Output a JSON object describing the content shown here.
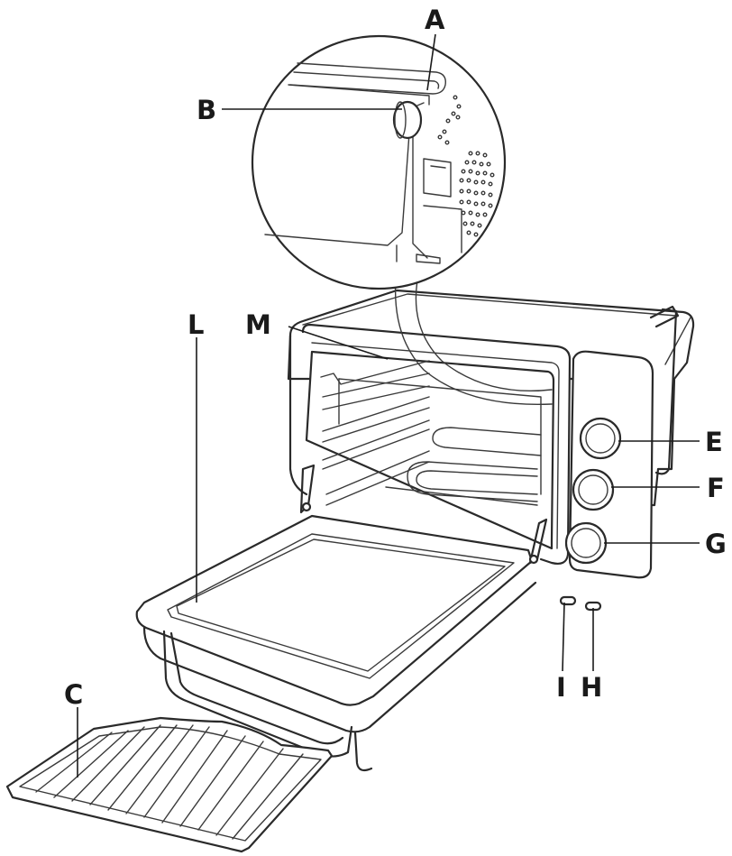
{
  "labels": {
    "A": "A",
    "B": "B",
    "C": "C",
    "E": "E",
    "F": "F",
    "G": "G",
    "H": "H",
    "I": "I",
    "L": "L",
    "M": "M"
  },
  "colors": {
    "line": "#1a1a1a",
    "background": "#ffffff"
  }
}
